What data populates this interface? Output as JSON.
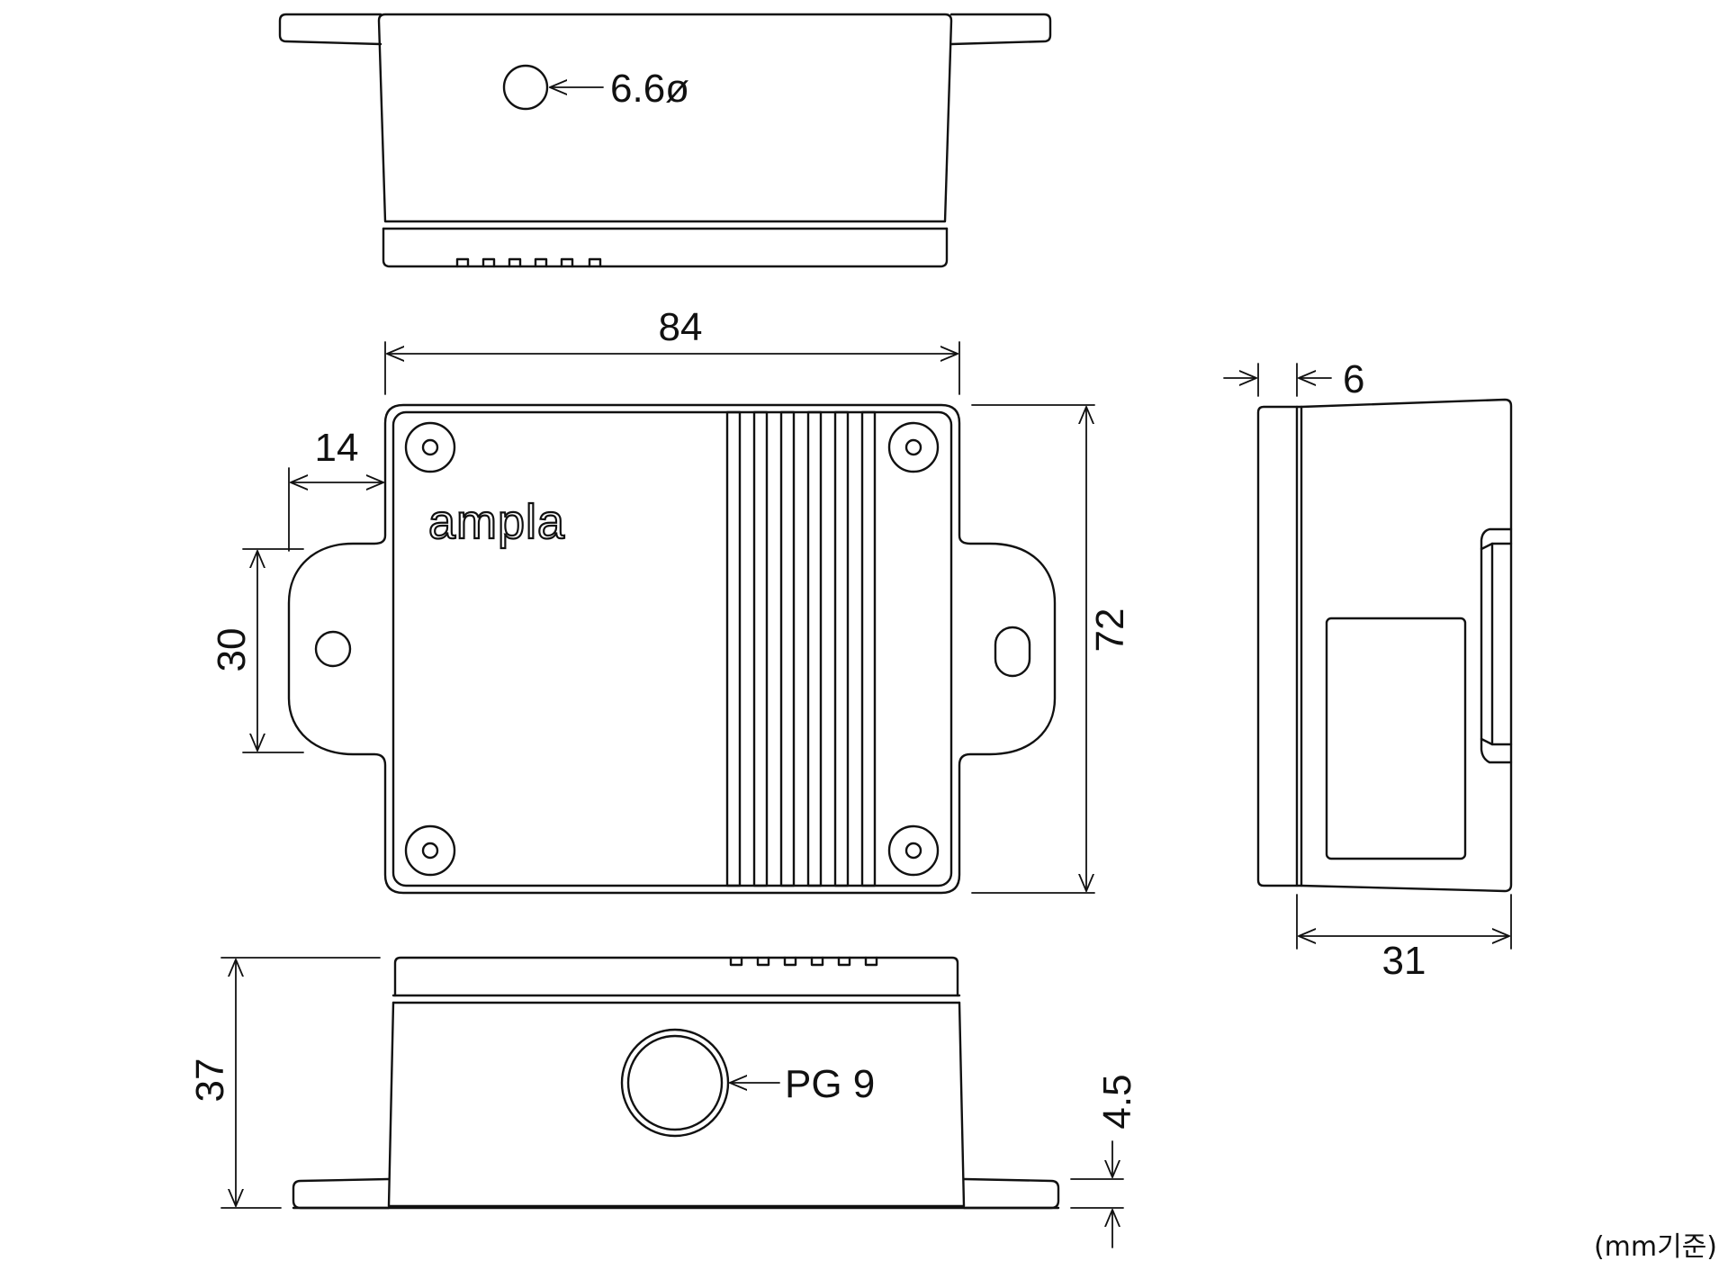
{
  "drawing": {
    "top_view": {
      "hole_label": "6.6ø"
    },
    "front_view": {
      "logo": "ampla",
      "width_dim": "84",
      "height_dim": "72",
      "tab_offset_dim": "14",
      "tab_width_dim": "30"
    },
    "side_view": {
      "lid_dim": "6",
      "depth_dim": "31"
    },
    "bottom_view": {
      "gland_label": "PG 9",
      "height_dim": "37",
      "flange_dim": "4.5"
    },
    "unit_note": "(mm기준)"
  }
}
